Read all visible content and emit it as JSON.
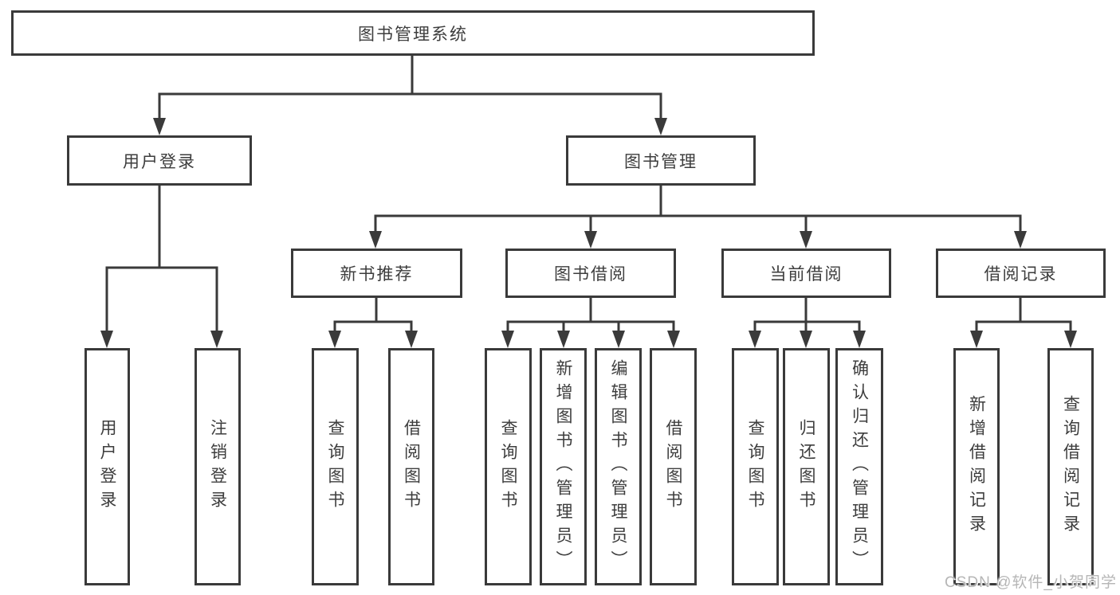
{
  "tree": {
    "label": "图书管理系统",
    "children": [
      {
        "label": "用户登录",
        "children": [
          {
            "label": "用户登录"
          },
          {
            "label": "注销登录"
          }
        ]
      },
      {
        "label": "图书管理",
        "children": [
          {
            "label": "新书推荐",
            "children": [
              {
                "label": "查询图书"
              },
              {
                "label": "借阅图书"
              }
            ]
          },
          {
            "label": "图书借阅",
            "children": [
              {
                "label": "查询图书"
              },
              {
                "label": "新增图书（管理员）"
              },
              {
                "label": "编辑图书（管理员）"
              },
              {
                "label": "借阅图书"
              }
            ]
          },
          {
            "label": "当前借阅",
            "children": [
              {
                "label": "查询图书"
              },
              {
                "label": "归还图书"
              },
              {
                "label": "确认归还（管理员）"
              }
            ]
          },
          {
            "label": "借阅记录",
            "children": [
              {
                "label": "新增借阅记录"
              },
              {
                "label": "查询借阅记录"
              }
            ]
          }
        ]
      }
    ]
  },
  "watermark": {
    "text": "CSDN @软件_小贺同学"
  },
  "colors": {
    "line": "#3a3a3a",
    "text": "#3d3d3d",
    "watermark": "#b6b6b6"
  }
}
